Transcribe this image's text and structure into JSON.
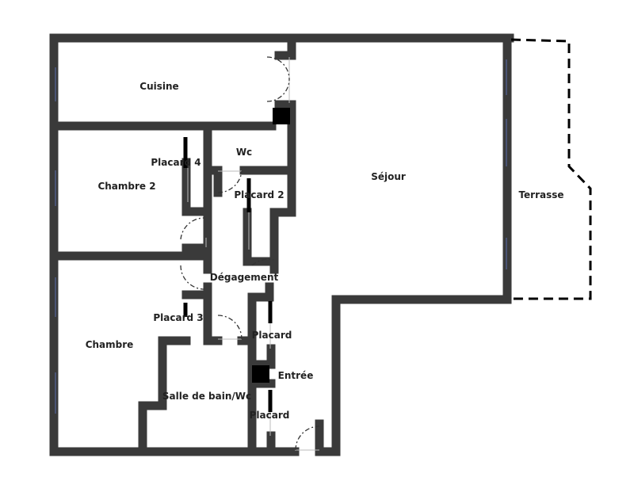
{
  "plan": {
    "rooms": {
      "cuisine": "Cuisine",
      "sejour": "Séjour",
      "terrasse": "Terrasse",
      "chambre2": "Chambre 2",
      "placard4": "Placard 4",
      "wc": "Wc",
      "placard2": "Placard 2",
      "degagement": "Dégagement",
      "chambre": "Chambre",
      "placard3": "Placard 3",
      "placard_a": "Placard",
      "entree": "Entrée",
      "salle_de_bain": "Salle de bain/Wc",
      "placard_b": "Placard"
    },
    "colors": {
      "wall_fill": "#cfcfcf",
      "wall_edge": "#3a3a3a",
      "window": "#5a6fb0",
      "duct": "#000000"
    }
  }
}
